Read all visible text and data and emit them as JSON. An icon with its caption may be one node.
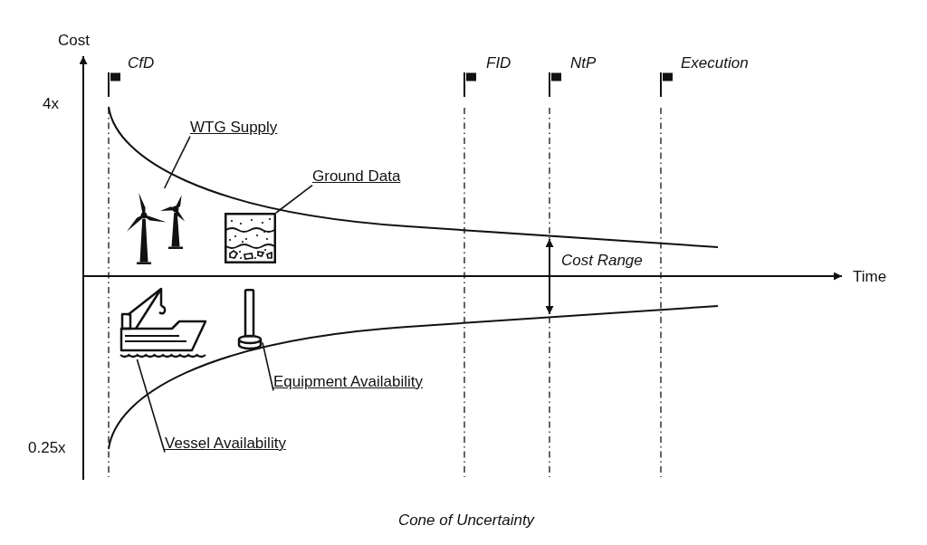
{
  "diagram": {
    "caption": "Cone of Uncertainty",
    "nodes": [
      {
        "text": [
          "WTG Supply"
        ]
      },
      {
        "text": [],
        "shape": "picture"
      },
      {
        "text": [
          "Ground Data"
        ]
      },
      {
        "text": [],
        "shape": "picture"
      },
      {
        "text": [],
        "shape": "picture"
      },
      {
        "text": [],
        "shape": "picture"
      },
      {
        "text": [
          "Equipment Availability"
        ]
      },
      {
        "text": [
          "Vessel Availability"
        ]
      }
    ],
    "edges": [
      {
        "from": 0,
        "to": 1,
        "arrow": "none"
      },
      {
        "from": 2,
        "to": 3,
        "arrow": "none"
      },
      {
        "from": 6,
        "to": 5,
        "arrow": "none"
      },
      {
        "from": 7,
        "to": 4,
        "arrow": "none"
      }
    ],
    "labels": [
      "Cost",
      "CfD",
      "FID",
      "NtP",
      "Execution",
      "4x",
      "Cost Range",
      "Time",
      "0.25x"
    ]
  }
}
